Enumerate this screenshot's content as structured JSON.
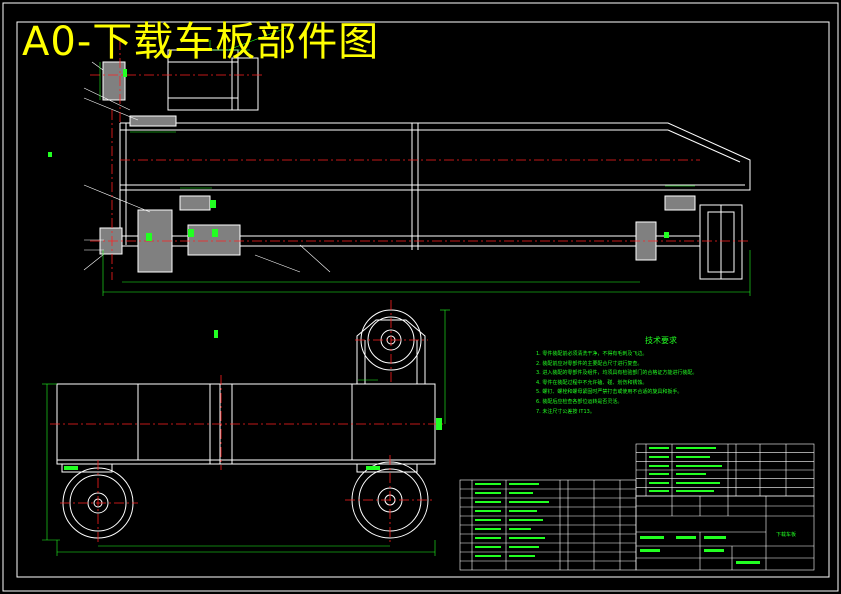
{
  "title": "A0-下载车板部件图",
  "colors": {
    "background": "#000000",
    "outline": "#ffffff",
    "title": "#ffff00",
    "centerline": "#ff2020",
    "dimension": "#22ff22",
    "part_fill": "#808080"
  },
  "tech_requirements": {
    "title": "技术要求",
    "notes": [
      "1. 零件装配前必须清洗干净，不得有毛刺及飞边。",
      "2. 装配前应对零部件的主要配合尺寸进行复查。",
      "3. 进入装配的零部件及组件，均须具有检验部门的合格证方能进行装配。",
      "4. 零件在装配过程中不允许磕、碰、划伤和锈蚀。",
      "5. 螺钉、螺栓和螺母紧固时严禁打击或使用不合适的旋具和扳手。",
      "6. 装配后应检查各部位运转是否灵活。",
      "7. 未注尺寸公差按 IT13。"
    ]
  },
  "title_block": {
    "drawing_name": "下载车板"
  }
}
